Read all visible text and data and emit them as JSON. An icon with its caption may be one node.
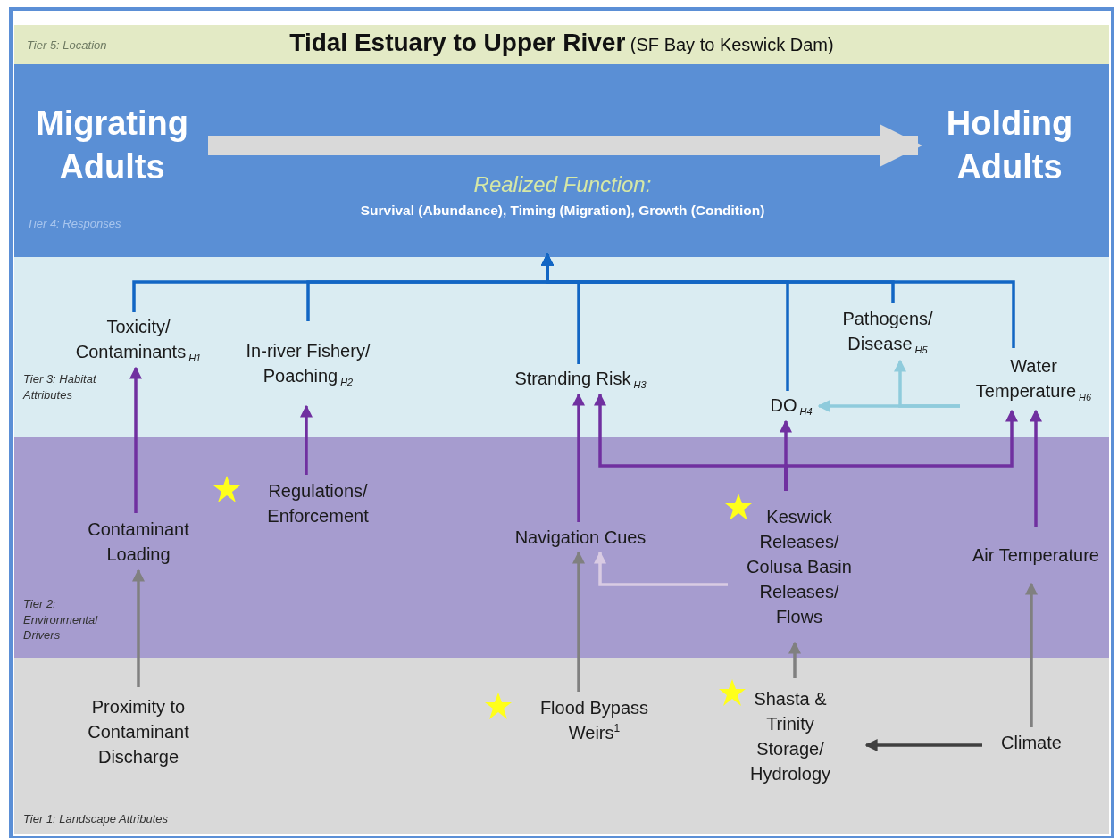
{
  "diagram": {
    "nodes": [
      {
        "text": [
          "Tier 5: Location",
          "**Tidal Estuary to Upper River** (SF Bay to Keswick Dam)"
        ]
      },
      {
        "text": [
          "Tier 4: Responses"
        ]
      },
      {
        "text": [
          "Migrating Adults"
        ],
        "in": 1
      },
      {
        "text": [
          "Holding Adults"
        ],
        "in": 1
      },
      {
        "text": [
          "Realized Function:",
          "Survival (Abundance), Timing (Migration), Growth (Condition)"
        ],
        "in": 1
      },
      {
        "text": [
          "Tier 3: Habitat Attributes"
        ]
      },
      {
        "text": [
          "Toxicity/ Contaminants$_{H1}$"
        ],
        "in": 5
      },
      {
        "text": [
          "In-river Fishery/ Poaching$_{H2}$"
        ],
        "in": 5
      },
      {
        "text": [
          "Stranding Risk$_{H3}$"
        ],
        "in": 5
      },
      {
        "text": [
          "DO$_{H4}$"
        ],
        "in": 5
      },
      {
        "text": [
          "Pathogens/ Disease$_{H5}$"
        ],
        "in": 5
      },
      {
        "text": [
          "Water Temperature$_{H6}$"
        ],
        "in": 5
      },
      {
        "text": [
          "Tier 2: Environmental Drivers"
        ]
      },
      {
        "text": [
          "Contaminant Loading"
        ],
        "in": 12
      },
      {
        "text": [
          "Regulations/ Enforcement"
        ],
        "in": 12
      },
      {
        "text": [
          "Navigation Cues"
        ],
        "in": 12
      },
      {
        "text": [
          "Keswick Releases/ Colusa Basin Releases/ Flows"
        ],
        "in": 12
      },
      {
        "text": [
          "Air Temperature"
        ],
        "in": 12
      },
      {
        "text": [
          "Tier 1: Landscape Attributes"
        ]
      },
      {
        "text": [
          "Proximity to Contaminant Discharge"
        ],
        "in": 18
      },
      {
        "text": [
          "Flood Bypass Weirs$^{1}$"
        ],
        "in": 18
      },
      {
        "text": [
          "Shasta & Trinity Storage/ Hydrology"
        ],
        "in": 18
      },
      {
        "text": [
          "Climate"
        ],
        "in": 18
      }
    ],
    "edges": [
      {
        "from": 2,
        "to": 3,
        "arrow": "to",
        "style": "thick",
        "color": "#d9d9d9"
      },
      {
        "from": 6,
        "to": 4,
        "arrow": "to",
        "color": "#1266c4"
      },
      {
        "from": 7,
        "to": 4,
        "arrow": "to",
        "color": "#1266c4"
      },
      {
        "from": 8,
        "to": 4,
        "arrow": "to",
        "color": "#1266c4"
      },
      {
        "from": 9,
        "to": 4,
        "arrow": "to",
        "color": "#1266c4"
      },
      {
        "from": 10,
        "to": 4,
        "arrow": "to",
        "color": "#1266c4"
      },
      {
        "from": 11,
        "to": 4,
        "arrow": "to",
        "color": "#1266c4"
      },
      {
        "from": 11,
        "to": 9,
        "arrow": "to",
        "color": "#8fcbdc"
      },
      {
        "from": 11,
        "to": 10,
        "arrow": "to",
        "color": "#8fcbdc"
      },
      {
        "from": 13,
        "to": 6,
        "arrow": "to"
      },
      {
        "from": 14,
        "to": 7,
        "arrow": "to"
      },
      {
        "from": 15,
        "to": 8,
        "arrow": "to"
      },
      {
        "from": 16,
        "to": 8,
        "arrow": "to"
      },
      {
        "from": 16,
        "to": 9,
        "arrow": "to"
      },
      {
        "from": 16,
        "to": 11,
        "arrow": "to"
      },
      {
        "from": 17,
        "to": 11,
        "arrow": "to"
      },
      {
        "from": 16,
        "to": 15,
        "arrow": "to",
        "color": "#d9cbe3"
      },
      {
        "from": 19,
        "to": 13,
        "arrow": "to",
        "color": "#808080"
      },
      {
        "from": 20,
        "to": 15,
        "arrow": "to",
        "color": "#808080"
      },
      {
        "from": 21,
        "to": 16,
        "arrow": "to",
        "color": "#808080"
      },
      {
        "from": 22,
        "to": 17,
        "arrow": "to",
        "color": "#808080"
      },
      {
        "from": 22,
        "to": 21,
        "arrow": "to",
        "color": "#404040"
      }
    ]
  }
}
